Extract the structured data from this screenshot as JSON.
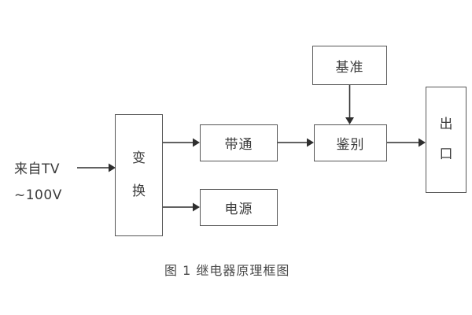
{
  "figure": {
    "caption": "图 1  继电器原理框图",
    "source_label_line1": "来自TV",
    "source_label_line2": "~100V",
    "colors": {
      "background": "#ffffff",
      "box_border": "#575757",
      "text": "#3b3b3b",
      "connector": "#2e2e2e"
    },
    "blocks": {
      "convert": "变换",
      "convert_ch1": "变",
      "convert_ch2": "换",
      "bandpass": "带通",
      "power": "电源",
      "reference": "基准",
      "discriminate": "鉴别",
      "output": "出口",
      "output_ch1": "出",
      "output_ch2": "口"
    }
  }
}
